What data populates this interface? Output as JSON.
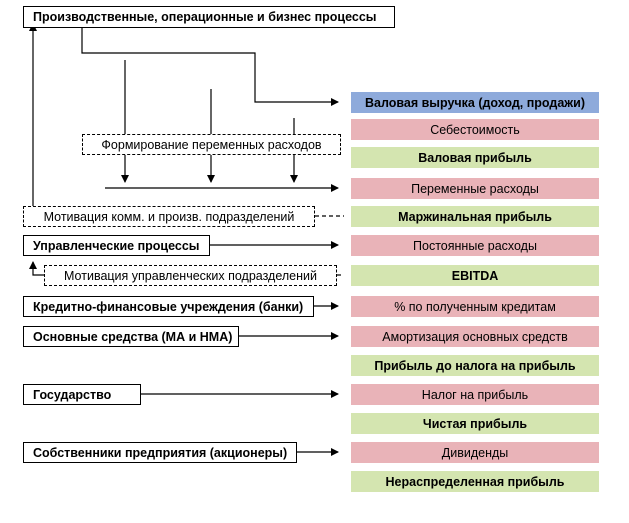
{
  "sources": {
    "production": "Производственные, операционные и бизнес процессы",
    "management": "Управленческие процессы",
    "banks": "Кредитно-финансовые учреждения (банки)",
    "fixed_assets": "Основные средства (МА и НМА)",
    "state": "Государство",
    "owners": "Собственники предприятия (акционеры)"
  },
  "notes": {
    "variable_costs_formation": "Формирование переменных расходов",
    "commercial_motivation": "Мотивация ком​м. и произв. подразделений",
    "management_motivation": "Мотивация управленческих подразделений"
  },
  "results": [
    {
      "label": "Валовая выручка (доход, продажи)",
      "kind": "revenue",
      "color": "#8eaadb"
    },
    {
      "label": "Себестоимость",
      "kind": "cost",
      "color": "#e9b3b8"
    },
    {
      "label": "Валовая прибыль",
      "kind": "profit",
      "color": "#d4e5b0"
    },
    {
      "label": "Переменные расходы",
      "kind": "cost",
      "color": "#e9b3b8"
    },
    {
      "label": "Маржинальная прибыль",
      "kind": "profit",
      "color": "#d4e5b0"
    },
    {
      "label": "Постоянные расходы",
      "kind": "cost",
      "color": "#e9b3b8"
    },
    {
      "label": "EBITDA",
      "kind": "profit",
      "color": "#d4e5b0"
    },
    {
      "label": "% по полученным кредитам",
      "kind": "cost",
      "color": "#e9b3b8"
    },
    {
      "label": "Амортизация основных средств",
      "kind": "cost",
      "color": "#e9b3b8"
    },
    {
      "label": "Прибыль до налога на прибыль",
      "kind": "profit",
      "color": "#d4e5b0"
    },
    {
      "label": "Налог на прибыль",
      "kind": "cost",
      "color": "#e9b3b8"
    },
    {
      "label": "Чистая прибыль",
      "kind": "profit",
      "color": "#d4e5b0"
    },
    {
      "label": "Дивиденды",
      "kind": "cost",
      "color": "#e9b3b8"
    },
    {
      "label": "Нераспределенная прибыль",
      "kind": "profit",
      "color": "#d4e5b0"
    }
  ]
}
